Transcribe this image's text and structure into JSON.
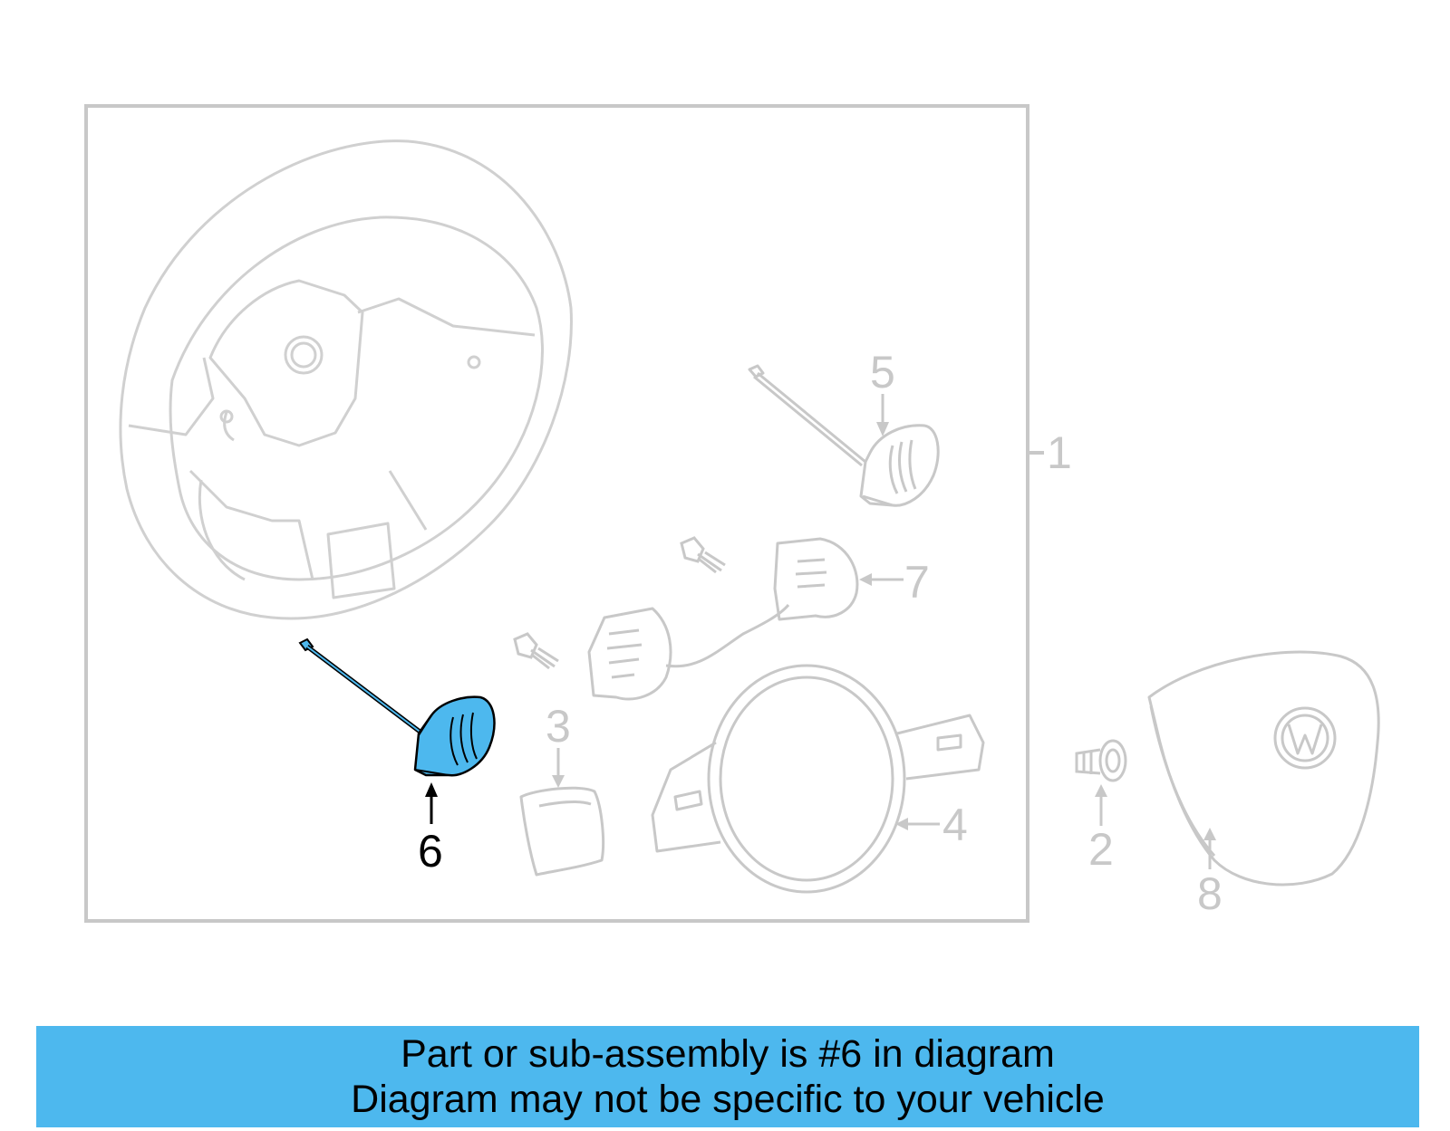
{
  "diagram": {
    "highlight_color": "#4db8ee",
    "line_color": "#c8c8c8",
    "callouts": {
      "c1": "1",
      "c2": "2",
      "c3": "3",
      "c4": "4",
      "c5": "5",
      "c6": "6",
      "c7": "7",
      "c8": "8"
    },
    "highlighted_part": "6"
  },
  "banner": {
    "line1": "Part or sub-assembly is #6 in diagram",
    "line2": "Diagram may not be specific to your vehicle"
  }
}
